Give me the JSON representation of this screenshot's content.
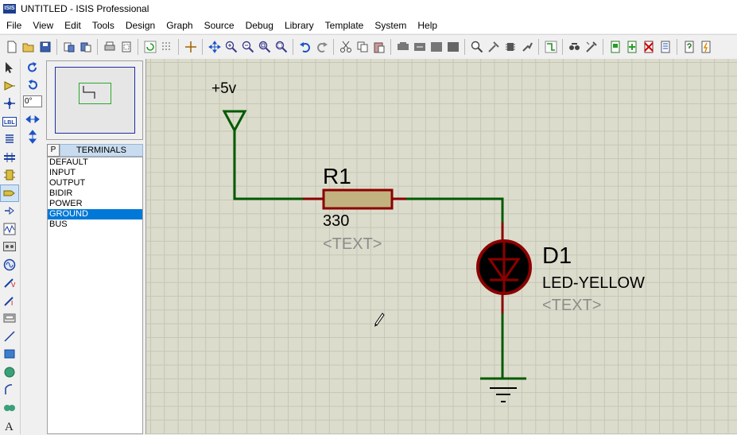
{
  "window": {
    "title": "UNTITLED - ISIS Professional",
    "app_icon_text": "ISIS"
  },
  "menu": [
    "File",
    "View",
    "Edit",
    "Tools",
    "Design",
    "Graph",
    "Source",
    "Debug",
    "Library",
    "Template",
    "System",
    "Help"
  ],
  "toolbar": {
    "icons": [
      "new-file-icon",
      "open-file-icon",
      "save-icon",
      "import-section-icon",
      "export-section-icon",
      "print-icon",
      "print-area-icon",
      "refresh-icon",
      "grid-icon",
      "origin-icon",
      "pan-icon",
      "zoom-in-icon",
      "zoom-out-icon",
      "zoom-all-icon",
      "zoom-area-icon",
      "undo-icon",
      "redo-icon",
      "cut-icon",
      "copy-icon",
      "paste-icon",
      "block-copy-icon",
      "block-move-icon",
      "block-rotate-icon",
      "block-delete-icon",
      "pick-device-icon",
      "make-device-icon",
      "packaging-tool-icon",
      "decompose-icon",
      "wire-autorouter-icon",
      "search-and-tag-icon",
      "property-assignment-icon",
      "new-sheet-icon",
      "add-sheet-icon",
      "remove-sheet-icon",
      "bill-of-materials-icon",
      "electrical-rules-check-icon",
      "netlist-to-ares-icon"
    ]
  },
  "left_tools": {
    "icons": [
      "selection-mode-icon",
      "component-mode-icon",
      "junction-dot-icon",
      "wire-label-icon",
      "text-script-icon",
      "bus-icon",
      "subcircuit-icon",
      "terminals-mode-icon",
      "device-pins-icon",
      "graph-mode-icon",
      "tape-recorder-icon",
      "generator-icon",
      "voltage-probe-icon",
      "current-probe-icon",
      "virtual-instruments-icon",
      "line-icon",
      "box-icon",
      "circle-icon",
      "arc-icon",
      "path-icon",
      "text-icon"
    ]
  },
  "orientation": {
    "rotate_cw_icon": "rotate-clockwise-icon",
    "rotate_ccw_icon": "rotate-anticlockwise-icon",
    "angle_value": "0°",
    "mirror_x_icon": "mirror-horizontal-icon",
    "mirror_y_icon": "mirror-vertical-icon"
  },
  "object_selector": {
    "p_button": "P",
    "header": "TERMINALS",
    "items": [
      "DEFAULT",
      "INPUT",
      "OUTPUT",
      "BIDIR",
      "POWER",
      "GROUND",
      "BUS"
    ],
    "selected": "GROUND"
  },
  "schematic": {
    "power_label": "+5v",
    "resistor": {
      "ref": "R1",
      "value": "330",
      "text": "<TEXT>"
    },
    "led": {
      "ref": "D1",
      "value": "LED-YELLOW",
      "text": "<TEXT>"
    },
    "colors": {
      "wire": "#005a00",
      "pin": "#8b0000",
      "body": "#8b0000",
      "component_fill": "#c2b280",
      "text_placeholder": "#8c8c8c"
    }
  }
}
